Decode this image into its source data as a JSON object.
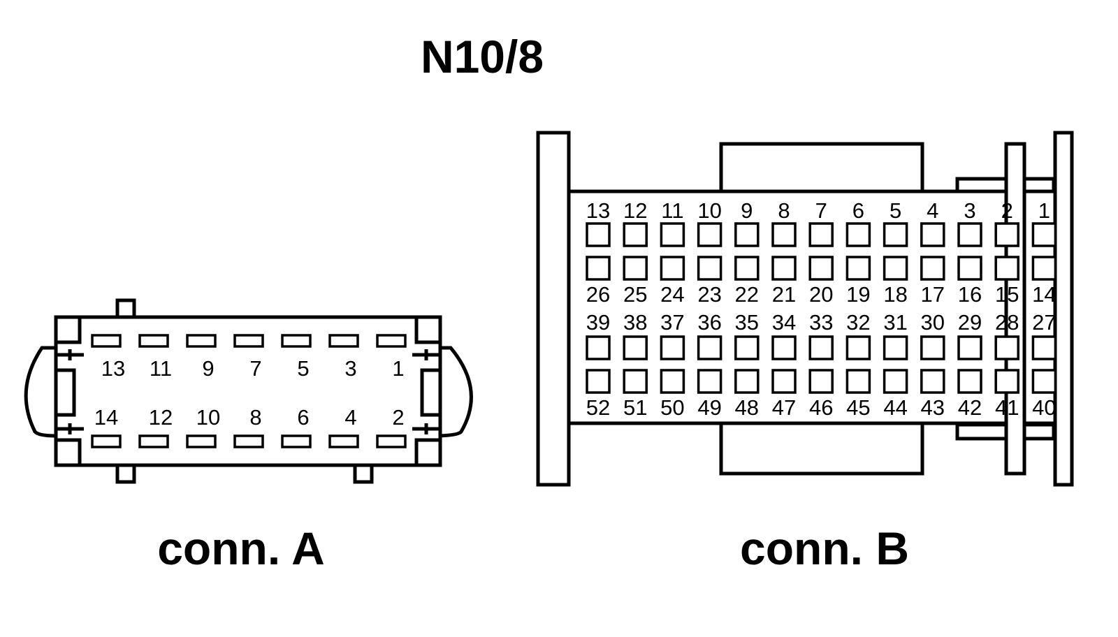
{
  "title": "N10/8",
  "connector_a": {
    "caption": "conn. A",
    "top_row": [
      "13",
      "11",
      "9",
      "7",
      "5",
      "3",
      "1"
    ],
    "bottom_row": [
      "14",
      "12",
      "10",
      "8",
      "6",
      "4",
      "2"
    ]
  },
  "connector_b": {
    "caption": "conn. B",
    "rows": [
      [
        "13",
        "12",
        "11",
        "10",
        "9",
        "8",
        "7",
        "6",
        "5",
        "4",
        "3",
        "2",
        "1"
      ],
      [
        "26",
        "25",
        "24",
        "23",
        "22",
        "21",
        "20",
        "19",
        "18",
        "17",
        "16",
        "15",
        "14"
      ],
      [
        "39",
        "38",
        "37",
        "36",
        "35",
        "34",
        "33",
        "32",
        "31",
        "30",
        "29",
        "28",
        "27"
      ],
      [
        "52",
        "51",
        "50",
        "49",
        "48",
        "47",
        "46",
        "45",
        "44",
        "43",
        "42",
        "41",
        "40"
      ]
    ]
  },
  "colors": {
    "line": "#000000",
    "background": "#ffffff"
  }
}
